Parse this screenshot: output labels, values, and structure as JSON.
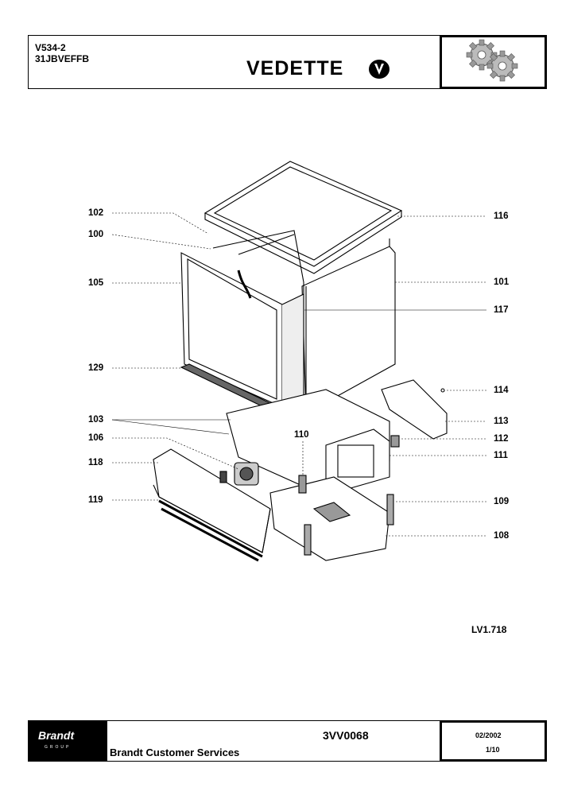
{
  "header": {
    "model_code": "V534-2",
    "model_ref": "31JBVEFFB",
    "brand_name": "VEDETTE"
  },
  "callouts": {
    "left": [
      "102",
      "100",
      "105",
      "129",
      "103",
      "106",
      "118",
      "119"
    ],
    "right": [
      "116",
      "101",
      "117",
      "114",
      "113",
      "112",
      "111",
      "109",
      "108"
    ],
    "center": "110"
  },
  "diagram_ref": "LV1.718",
  "footer": {
    "logo_text": "Brandt",
    "logo_sub": "GROUP",
    "service_name": "Brandt Customer Services",
    "document_number": "3VV0068",
    "date": "02/2002",
    "page": "1/10"
  }
}
